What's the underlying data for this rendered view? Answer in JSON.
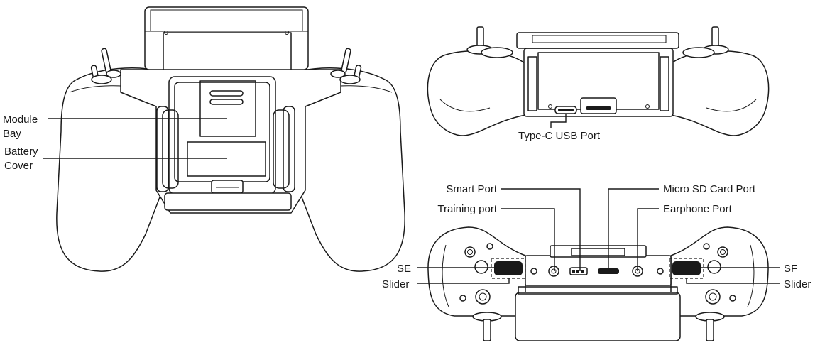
{
  "labels": {
    "module_bay": [
      "Module",
      "Bay"
    ],
    "battery_cover": [
      "Battery",
      "Cover"
    ],
    "type_c_usb_port": "Type-C USB Port",
    "smart_port": "Smart Port",
    "training_port": "Training port",
    "micro_sd_card_port": "Micro SD Card Port",
    "earphone_port": "Earphone Port",
    "se": "SE",
    "sf": "SF",
    "slider_left": "Slider",
    "slider_right": "Slider"
  }
}
